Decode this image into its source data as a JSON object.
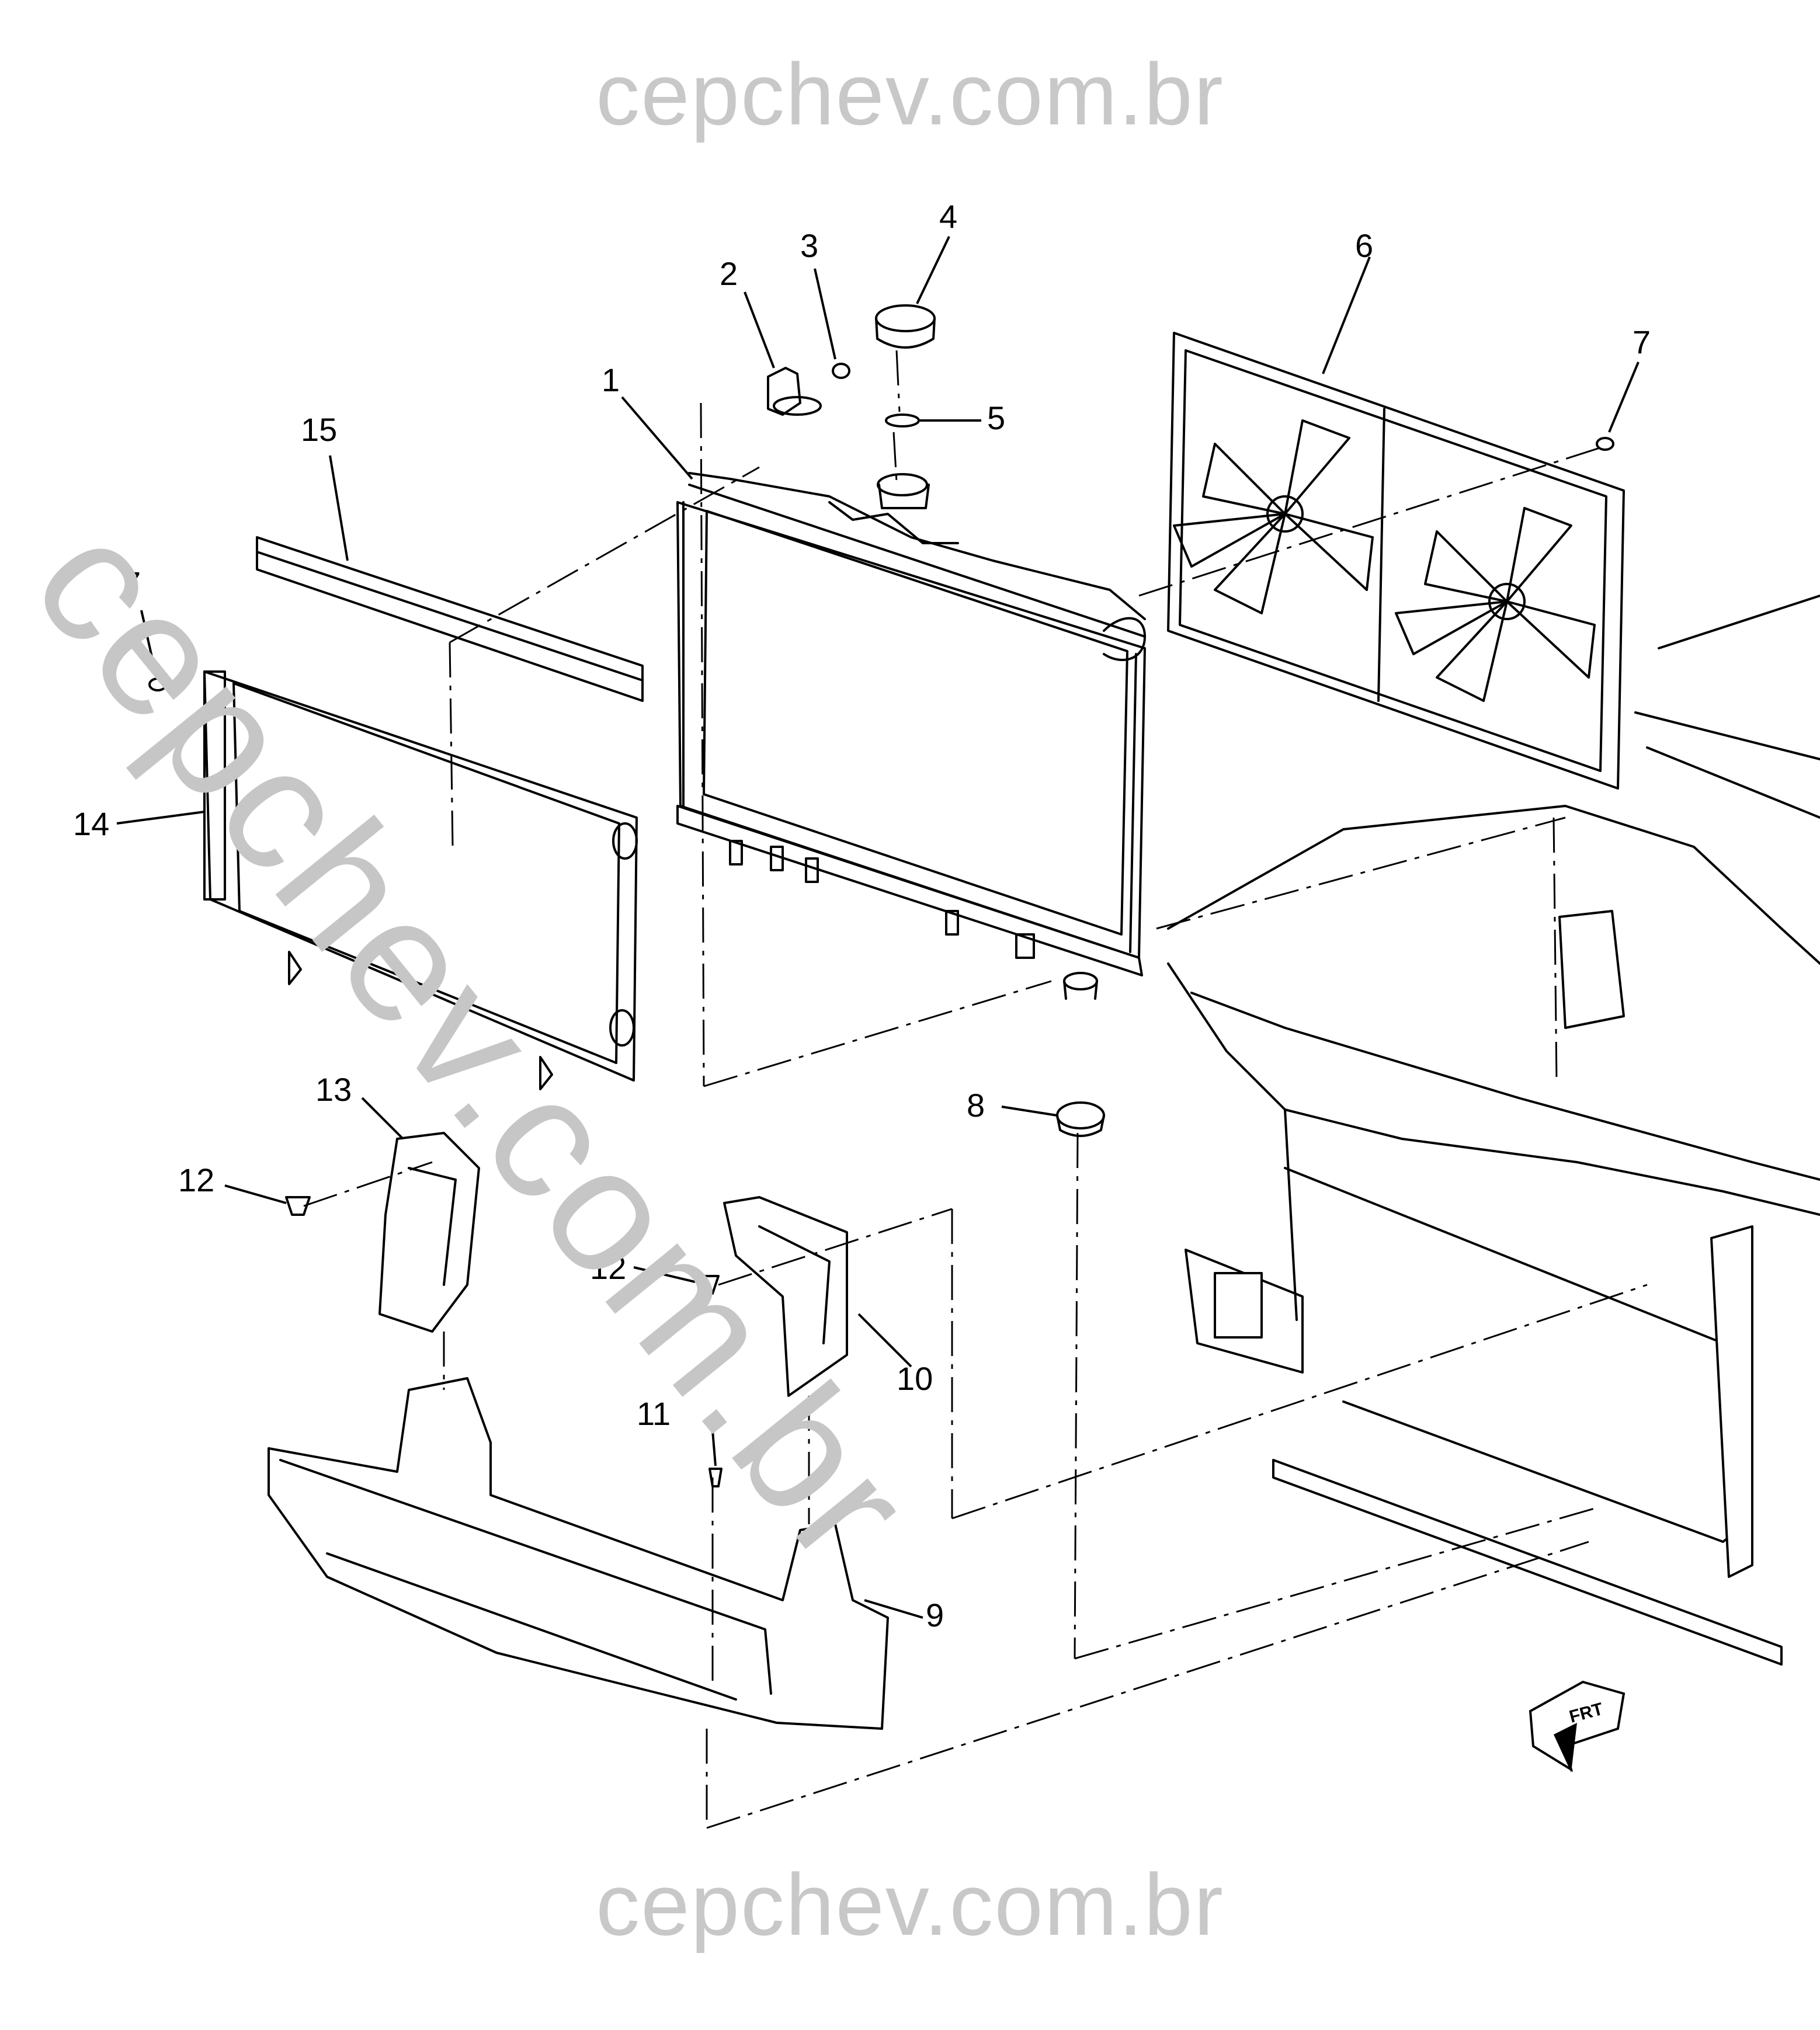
{
  "watermark": {
    "top": "cepchev.com.br",
    "bottom": "cepchev.com.br",
    "diagonal": "cepchev.com.br"
  },
  "callouts": {
    "c1": "1",
    "c2": "2",
    "c3": "3",
    "c4": "4",
    "c5": "5",
    "c6": "6",
    "c7a": "7",
    "c7b": "7",
    "c8": "8",
    "c9": "9",
    "c10": "10",
    "c11": "11",
    "c12a": "12",
    "c12b": "12",
    "c13": "13",
    "c14": "14",
    "c15": "15"
  },
  "direction_badge": "FRT",
  "colors": {
    "line": "#000000",
    "watermark": "#c8c8c8",
    "background": "#ffffff"
  }
}
